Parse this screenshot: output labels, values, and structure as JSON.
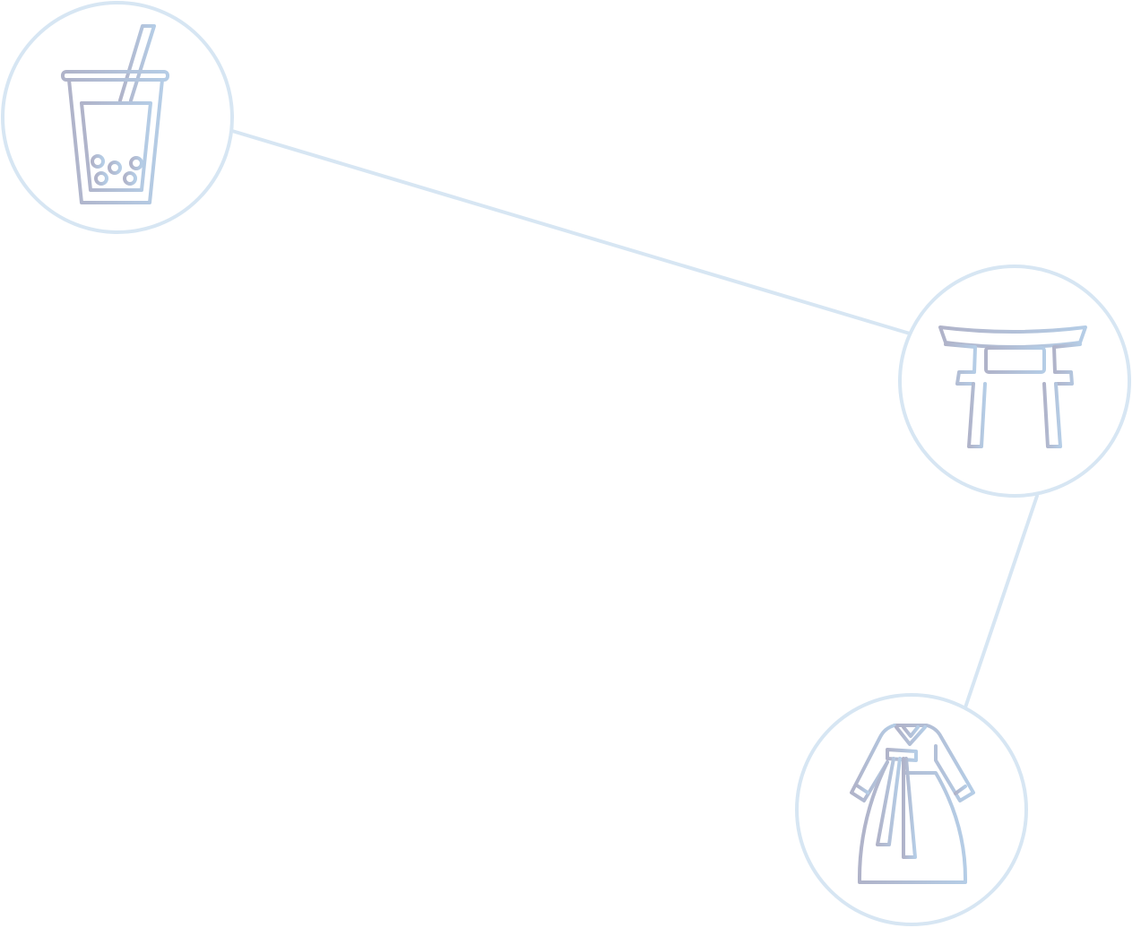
{
  "colors": {
    "background": "#ffffff",
    "connector": "#d7e6f3",
    "node_ring": "#d7e6f3",
    "icon_gradient_start": "#b0b3c9",
    "icon_gradient_end": "#b5cde6"
  },
  "nodes": [
    {
      "id": "bubble-tea",
      "icon": "bubble-tea-icon"
    },
    {
      "id": "torii-gate",
      "icon": "torii-gate-icon"
    },
    {
      "id": "kimono",
      "icon": "kimono-icon"
    }
  ],
  "connections": [
    {
      "from": "bubble-tea",
      "to": "torii-gate"
    },
    {
      "from": "torii-gate",
      "to": "kimono"
    }
  ]
}
